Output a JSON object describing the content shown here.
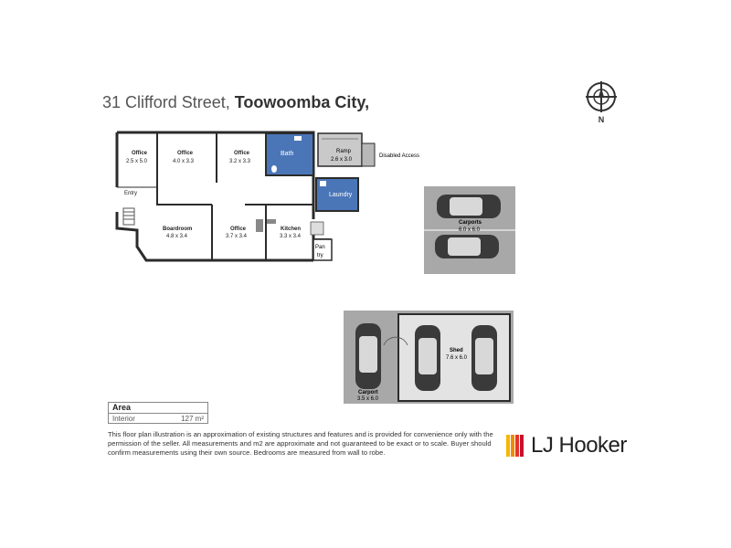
{
  "header": {
    "address": "31 Clifford Street,",
    "city": "Toowoomba City,"
  },
  "compass": {
    "label": "N"
  },
  "rooms": {
    "office1": {
      "name": "Office",
      "dims": "2.5 x 5.0"
    },
    "office2": {
      "name": "Office",
      "dims": "4.0 x 3.3"
    },
    "office3": {
      "name": "Office",
      "dims": "3.2 x 3.3"
    },
    "bath": {
      "name": "Bath"
    },
    "ramp": {
      "name": "Ramp",
      "dims": "2.6 x 3.0"
    },
    "disabled_access": {
      "name": "Disabled Access"
    },
    "laundry": {
      "name": "Laundry"
    },
    "entry": {
      "name": "Entry"
    },
    "boardroom": {
      "name": "Boardroom",
      "dims": "4.8 x 3.4"
    },
    "office4": {
      "name": "Office",
      "dims": "3.7 x 3.4"
    },
    "kitchen": {
      "name": "Kitchen",
      "dims": "3.3 x 3.4"
    },
    "pantry": {
      "name_line1": "Pan",
      "name_line2": "try"
    },
    "carports": {
      "name": "Carports",
      "dims": "6.0 x 6.0"
    },
    "carport": {
      "name": "Carport",
      "dims": "3.5 x 6.0"
    },
    "shed": {
      "name": "Shed",
      "dims": "7.6 x 6.0"
    }
  },
  "area": {
    "heading": "Area",
    "label": "Interior",
    "value": "127 m²"
  },
  "disclaimer": "This floor plan illustration is an approximation of existing structures and features and is provided for convenience only with the permission of the seller. All measurements and m2 are approximate and not guaranteed to be exact or to scale. Buyer should confirm measurements using their own source. Bedrooms are measured from wall to robe.",
  "brand": {
    "name": "LJ Hooker",
    "stripe_colors": [
      "#f7b500",
      "#f08a00",
      "#e5362b",
      "#c8102e"
    ]
  },
  "colors": {
    "wet_area": "#4a76b8",
    "ramp": "#c9c9c9",
    "garage": "#a8a8a8",
    "wall": "#2b2b2b"
  }
}
